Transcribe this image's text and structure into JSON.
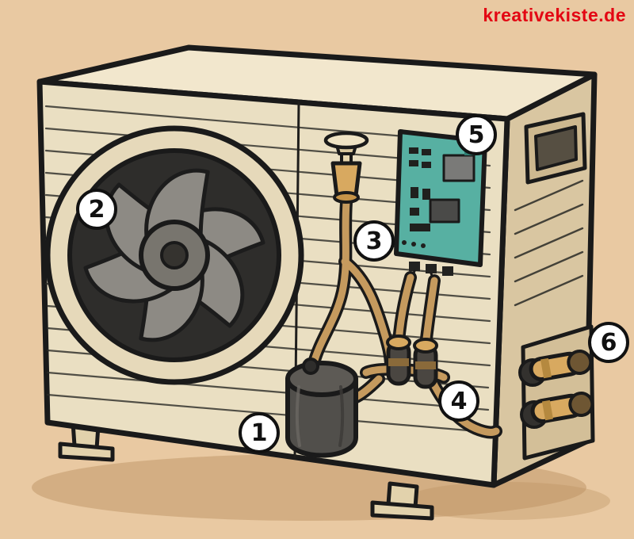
{
  "watermark": {
    "text": "kreativekiste.de"
  },
  "callouts": [
    {
      "number": "1"
    },
    {
      "number": "2"
    },
    {
      "number": "3"
    },
    {
      "number": "4"
    },
    {
      "number": "5"
    },
    {
      "number": "6"
    }
  ],
  "colors": {
    "background": "#e9c9a2",
    "unit-front": "#eadfc2",
    "unit-top": "#f2e7cd",
    "unit-side": "#d9c6a1",
    "outline": "#1a1a1a",
    "fan-blade": "#8d8a84",
    "fan-well": "#2e2d2b",
    "pipe": "#c59a5e",
    "pcb": "#57b0a2",
    "accent-tan": "#d8a960",
    "watermark": "#e30613",
    "callout-bg": "#ffffff",
    "callout-border": "#111111",
    "shadow": "#b98f5e"
  }
}
